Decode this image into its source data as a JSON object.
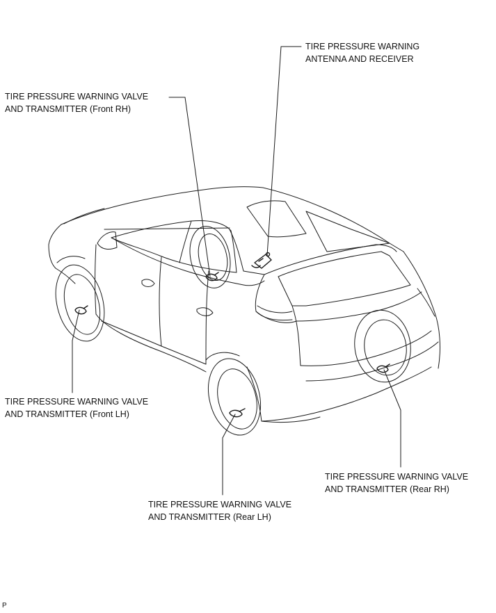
{
  "callouts": {
    "antenna_receiver": {
      "line1": "TIRE PRESSURE WARNING",
      "line2": "ANTENNA AND RECEIVER"
    },
    "front_rh": {
      "line1": "TIRE PRESSURE WARNING VALVE",
      "line2": "AND TRANSMITTER (Front RH)"
    },
    "front_lh": {
      "line1": "TIRE PRESSURE WARNING VALVE",
      "line2": "AND TRANSMITTER (Front LH)"
    },
    "rear_rh": {
      "line1": "TIRE PRESSURE WARNING VALVE",
      "line2": "AND TRANSMITTER (Rear RH)"
    },
    "rear_lh": {
      "line1": "TIRE PRESSURE WARNING VALVE",
      "line2": "AND TRANSMITTER (Rear LH)"
    }
  },
  "figure_code": "P",
  "colors": {
    "line": "#1a1a1a",
    "background": "#ffffff"
  }
}
